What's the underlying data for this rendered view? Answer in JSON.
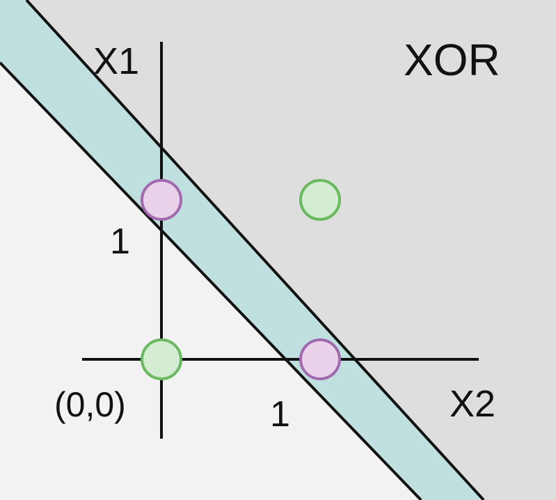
{
  "title": "XOR",
  "axes": {
    "x_label": "X2",
    "y_label": "X1",
    "x_tick": "1",
    "y_tick": "1",
    "origin_label": "(0,0)"
  },
  "points": [
    {
      "x1": 0,
      "x2": 0,
      "class": "green"
    },
    {
      "x1": 1,
      "x2": 1,
      "class": "green"
    },
    {
      "x1": 1,
      "x2": 0,
      "class": "purple"
    },
    {
      "x1": 0,
      "x2": 1,
      "class": "purple"
    }
  ],
  "colors": {
    "background_region": "#dedede",
    "lower_region": "#f2f2f2",
    "band_fill": "#bfe0de",
    "boundary_line": "#111111",
    "axis": "#111111",
    "green_fill": "#d3ecd2",
    "green_stroke": "#6ab85f",
    "purple_fill": "#ead2ea",
    "purple_stroke": "#a16aae"
  }
}
